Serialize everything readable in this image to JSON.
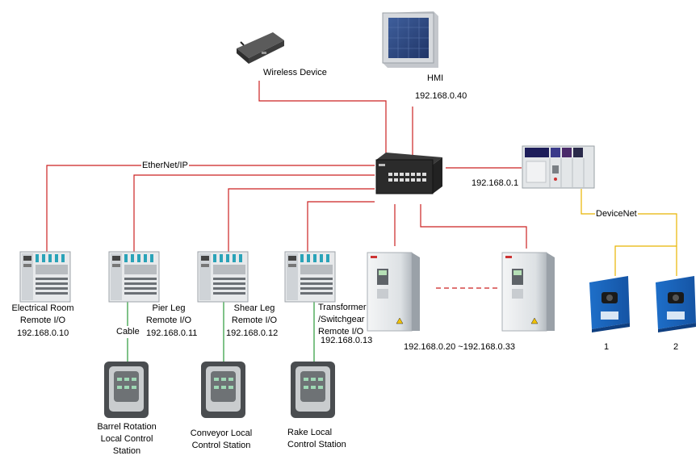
{
  "network": {
    "ethernet_label": "EtherNet/IP",
    "devicenet_label": "DeviceNet"
  },
  "wireless": {
    "label": "Wireless Device"
  },
  "hmi": {
    "label": "HMI",
    "ip": "192.168.0.40"
  },
  "plc": {
    "ip": "192.168.0.1"
  },
  "remote_io": [
    {
      "line1": "Electrical Room",
      "line2": "Remote I/O",
      "line3": "",
      "ip": "192.168.0.10"
    },
    {
      "line1": "Pier Leg",
      "line2": "Remote I/O",
      "line3": "",
      "ip": "192.168.0.11"
    },
    {
      "line1": "Shear Leg",
      "line2": "Remote I/O",
      "line3": "",
      "ip": "192.168.0.12"
    },
    {
      "line1": "Transformer",
      "line2": "/Switchgear",
      "line3": "Remote I/O",
      "ip": "192.168.0.13"
    }
  ],
  "cable_label": "Cable",
  "stations": [
    {
      "line1": "Barrel Rotation",
      "line2": "Local Control",
      "line3": "Station"
    },
    {
      "line1": "Conveyor Local",
      "line2": "Control Station",
      "line3": ""
    },
    {
      "line1": "Rake Local",
      "line2": "Control Station",
      "line3": ""
    }
  ],
  "drives": {
    "ip_range": "192.168.0.20 ~192.168.0.33"
  },
  "sensors": [
    {
      "label": "1"
    },
    {
      "label": "2"
    }
  ],
  "colors": {
    "ethernet": "#cc2222",
    "devicenet": "#e8b400",
    "cable": "#2a9a3a"
  }
}
